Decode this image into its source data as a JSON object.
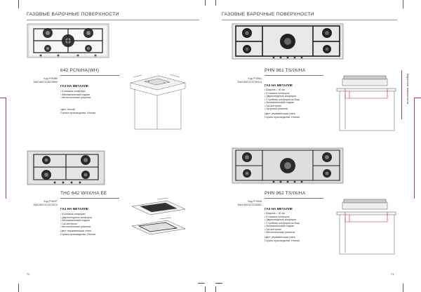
{
  "left_page": {
    "header": "ГАЗОВЫЕ ВАРОЧНЫЕ ПОВЕРХНОСТИ",
    "page_number": "70",
    "products": [
      {
        "model": "642 PCN/HA(WH)",
        "code_lines": [
          "Код P76389",
          "EAN 8007476275890"
        ],
        "section": "ГАЗ НА МЕТАЛЛЕ",
        "features": [
          "• 4 газовых конфорки",
          "• Автоматический поджиг",
          "• Металлические решетки"
        ],
        "footer": [
          "Цвет: белый",
          "Страна производства: Италия"
        ]
      },
      {
        "model": "THC 642 W/IX/HA EE",
        "code_lines": [
          "Код P76297",
          "EAN 8007474272970"
        ],
        "section": "ГАЗ НА МЕТАЛЛЕ",
        "features": [
          "• 4 газовых конфорки",
          "• Двухконтурные конфорки",
          "• Автоматический поджиг",
          "• Газ-контроль",
          "• Металлические решетки"
        ],
        "footer": [
          "Цвет: нержавеющая сталь",
          "Страна производства: Италия"
        ]
      }
    ]
  },
  "right_page": {
    "header": "ГАЗОВЫЕ ВАРОЧНЫЕ ПОВЕРХНОСТИ",
    "page_number": "71",
    "side_label": "Варочные поверхности",
    "products": [
      {
        "model": "PHN 961 TS/IX/HA",
        "code_lines": [
          "Код P73941",
          "EAN 8007473739413"
        ],
        "section": "ГАЗ НА МЕТАЛЛЕ",
        "features": [
          "• Ширина – 90 см",
          "• 5 газовых конфорок",
          "• Двухконтурные конфорки",
          "• 2 тройные конфорки на боку",
          "• Автоматический поджиг",
          "• Газ-контроль",
          "• Чугунные решетки"
        ],
        "footer": [
          "Цвет: нержавеющая сталь",
          "Страна производства: Италия"
        ]
      },
      {
        "model": "PHN 962 TS/IX/HA",
        "code_lines": [
          "Код P73945",
          "EAN 8007473739451"
        ],
        "section": "ГАЗ НА МЕТАЛЛЕ",
        "features": [
          "• Ширина – 90 см",
          "• 5 газовых конфорок",
          "• Двухконтурные конфорки",
          "• 2 тройные конфорки на боку",
          "• Автоматический поджиг",
          "• Газ-контроль",
          "• Металлические решетки"
        ],
        "footer": [
          "Цвет: нержавеющая сталь",
          "Страна производства: Италия"
        ]
      }
    ]
  },
  "colors": {
    "accent": "#b0336d",
    "red_line": "#d22020"
  },
  "icons": {
    "cooktop": "gas-hob-photo",
    "diagram": "install-drawing"
  }
}
